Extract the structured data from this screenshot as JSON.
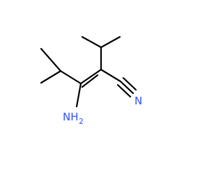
{
  "molecule": {
    "atoms": {
      "nitrile_n": {
        "symbol": "N",
        "color": "#3050F8"
      },
      "amine": {
        "symbol": "NH",
        "subscript": "2",
        "color": "#3050F8"
      }
    },
    "colors": {
      "bond": "#000000",
      "nitrogen": "#3050F8",
      "background": "#ffffff"
    }
  }
}
